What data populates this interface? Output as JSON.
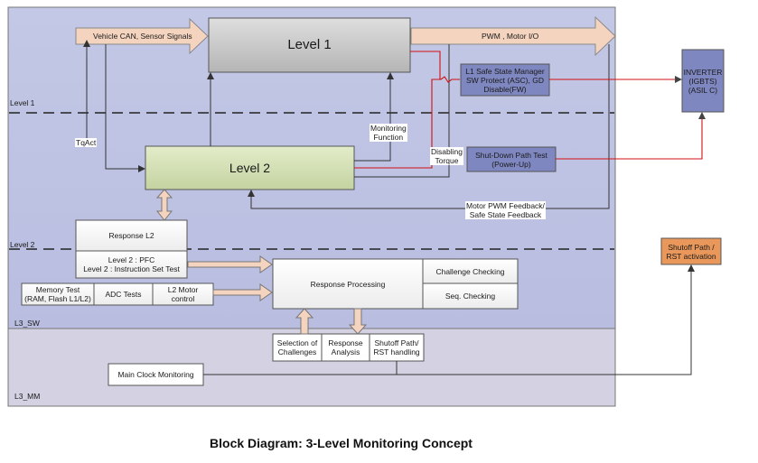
{
  "regions": {
    "level1": "Level 1",
    "level2": "Level 2",
    "l3_sw": "L3_SW",
    "l3_mm": "L3_MM"
  },
  "arrows": {
    "can_input": "Vehicle CAN, Sensor Signals",
    "pwm_output": "PWM , Motor I/O"
  },
  "blocks": {
    "level1": "Level 1",
    "level2": "Level 2",
    "l1_safe_state": "L1 Safe State Manager\nSW Protect (ASC), GD\nDisable(FW)",
    "inverter": "INVERTER\n(IGBTS)\n(ASIL C)",
    "shutdown_test": "Shut-Down Path Test\n(Power-Up)",
    "shutoff_rst": "Shutoff Path /\nRST activation",
    "response_l2": "Response L2",
    "l2_tests": "Level 2 : PFC\nLevel 2 : Instruction Set Test",
    "memory_test": "Memory Test\n(RAM, Flash L1/L2)",
    "adc_tests": "ADC Tests",
    "l2_motor_control": "L2 Motor\ncontrol",
    "response_processing": "Response Processing",
    "challenge_checking": "Challenge Checking",
    "seq_checking": "Seq. Checking",
    "selection_challenges": "Selection of\nChallenges",
    "response_analysis": "Response\nAnalysis",
    "shutoff_handling": "Shutoff Path/\nRST handling",
    "main_clock": "Main Clock Monitoring"
  },
  "signals": {
    "tqact": "TqAct",
    "monitoring_function": "Monitoring\nFunction",
    "disabling_torque": "Disabling\nTorque",
    "motor_pwm_feedback": "Motor PWM Feedback/\nSafe State Feedback"
  },
  "caption": "Block Diagram: 3-Level Monitoring Concept",
  "colors": {
    "panel_top": "#c9cde6",
    "panel_bottom": "#d6d3e4",
    "level1_fill": "#c8c8c8",
    "level2_fill": "#d3dfb8",
    "blue_block": "#7f87c0",
    "orange_block": "#e9975a",
    "big_arrow": "#f5d4bf",
    "red_line": "#d01010"
  }
}
